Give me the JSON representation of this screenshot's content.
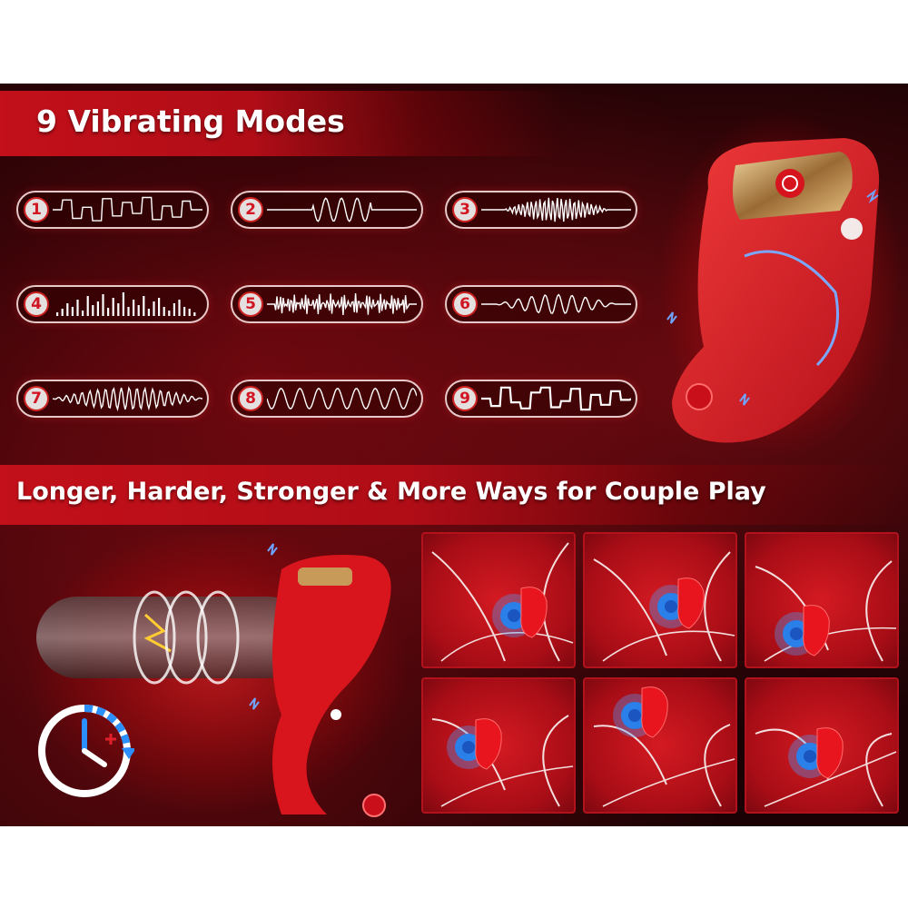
{
  "section1": {
    "title": "9 Vibrating Modes"
  },
  "modes": [
    {
      "number": "1",
      "wave": "irregular-spike-wave"
    },
    {
      "number": "2",
      "wave": "pulse-burst-wave"
    },
    {
      "number": "3",
      "wave": "dense-tone-wave"
    },
    {
      "number": "4",
      "wave": "bar-spectrum-wave"
    },
    {
      "number": "5",
      "wave": "dense-noise-wave"
    },
    {
      "number": "6",
      "wave": "sine-wave"
    },
    {
      "number": "7",
      "wave": "crescendo-wave"
    },
    {
      "number": "8",
      "wave": "regular-sine-wave"
    },
    {
      "number": "9",
      "wave": "jagged-random-wave"
    }
  ],
  "section2": {
    "title": "Longer, Harder, Stronger & More Ways for Couple Play"
  },
  "scenes": [
    {
      "name": "use-scene-1"
    },
    {
      "name": "use-scene-2"
    },
    {
      "name": "use-scene-3"
    },
    {
      "name": "use-scene-4"
    },
    {
      "name": "use-scene-5"
    },
    {
      "name": "use-scene-6"
    }
  ],
  "colors": {
    "brand_red": "#c3101a",
    "accent_blue": "#2b8fff",
    "gold": "#c89a5a"
  },
  "icons": {
    "timer": "clock-plus-icon",
    "power": "power-icon"
  }
}
